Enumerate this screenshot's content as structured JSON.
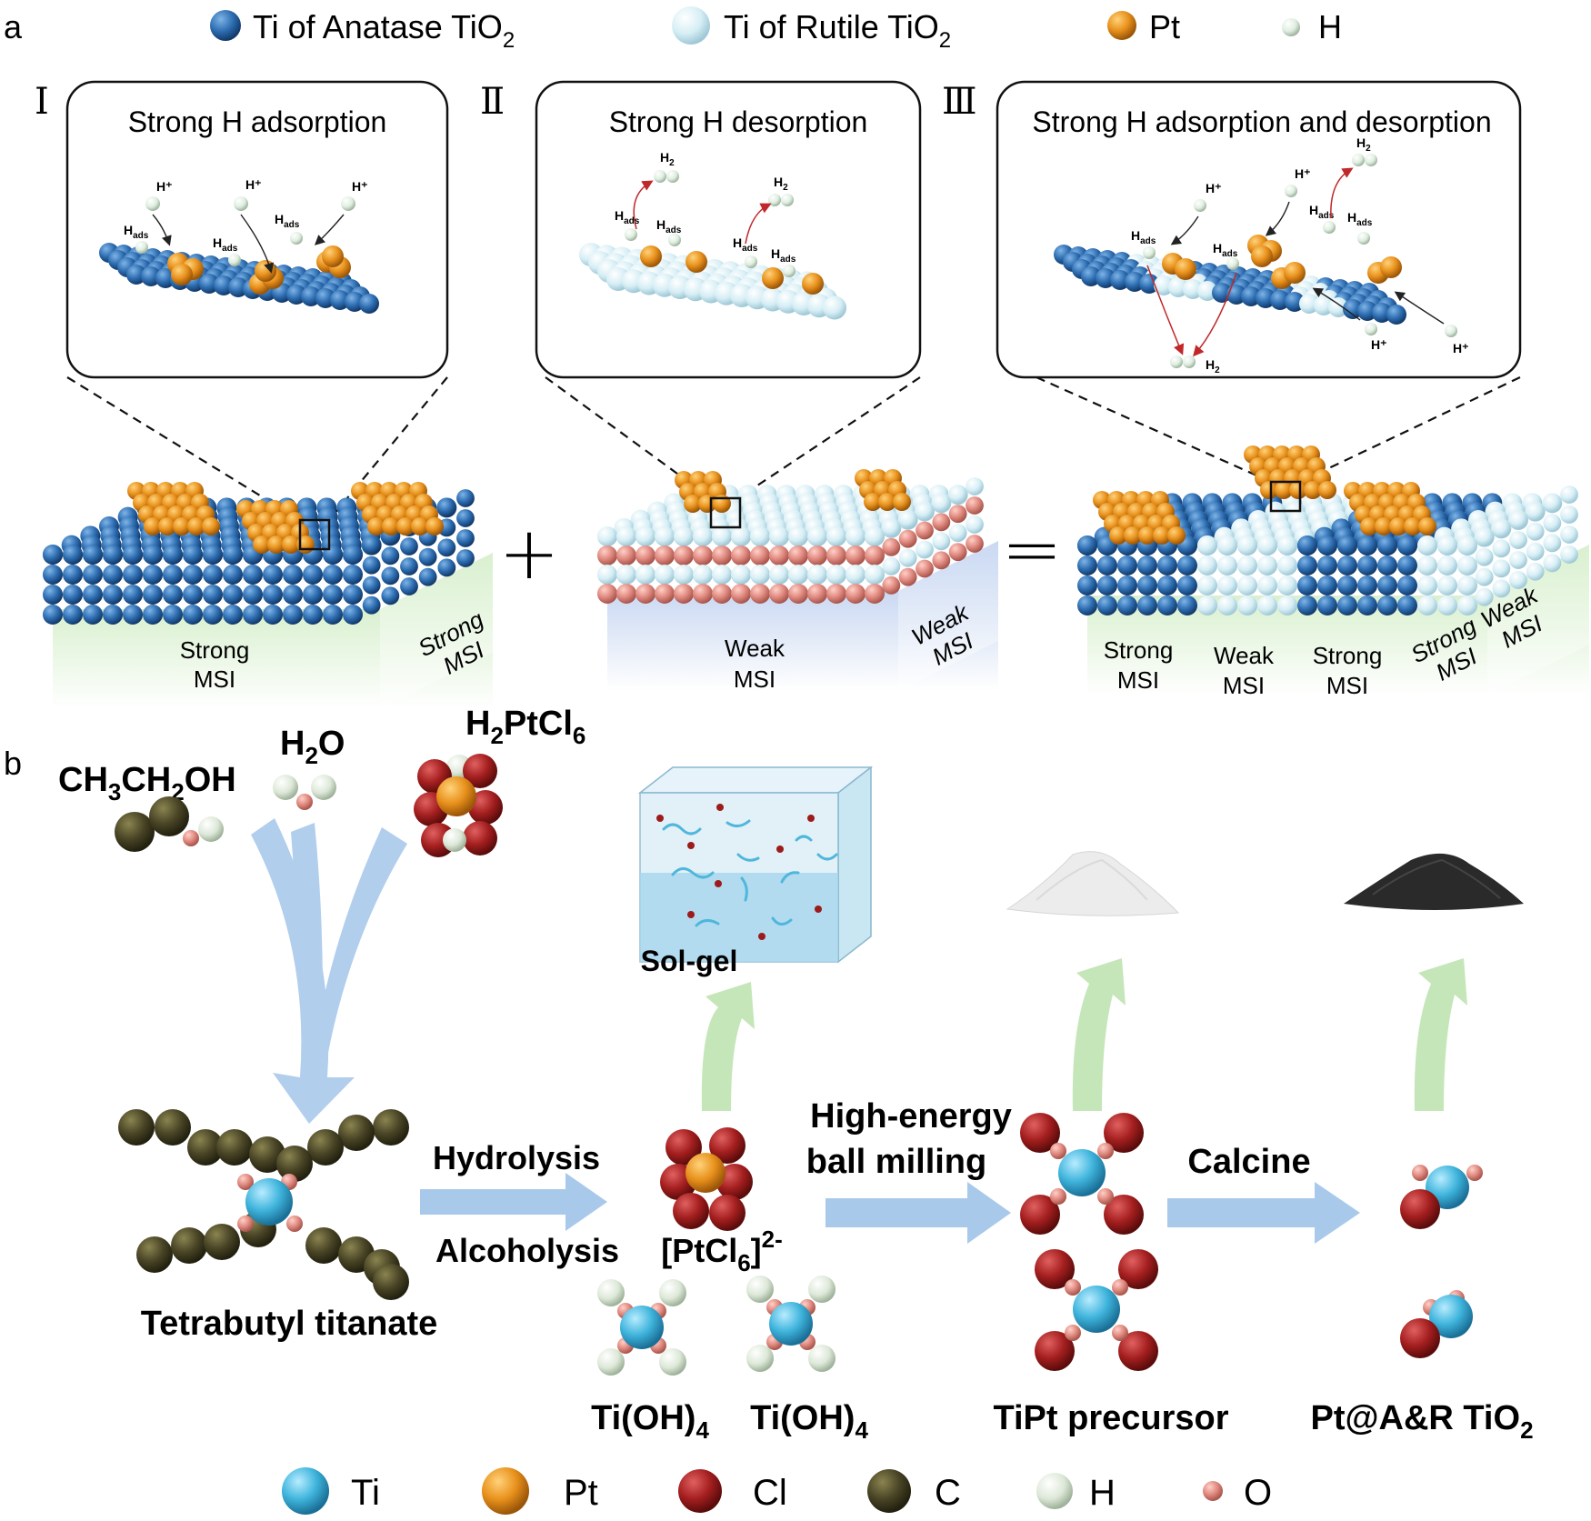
{
  "panel_labels": {
    "a": "a",
    "b": "b"
  },
  "legend_top": [
    {
      "label": "Ti of Anatase TiO",
      "sub": "2",
      "color": "#2f6fb3"
    },
    {
      "label": "Ti of Rutile TiO",
      "sub": "2",
      "color": "#d6eef5"
    },
    {
      "label": "Pt",
      "color": "#e8911c"
    },
    {
      "label": "H",
      "color": "#dfeee0"
    }
  ],
  "panels": [
    {
      "roman": "Ⅰ",
      "title": "Strong H adsorption",
      "hplus": [
        "H⁺",
        "H⁺",
        "H⁺"
      ],
      "hads": [
        "H",
        "H",
        "H"
      ],
      "hads_sub": "ads",
      "msi": [
        {
          "line1": "Strong",
          "line2": "MSI"
        },
        {
          "line1": "Strong",
          "line2": "MSI"
        }
      ]
    },
    {
      "roman": "Ⅱ",
      "title": "Strong H desorption",
      "h2": [
        "H",
        "H"
      ],
      "h2_sub": "2",
      "hads": [
        "H",
        "H",
        "H",
        "H"
      ],
      "hads_sub": "ads",
      "msi": [
        {
          "line1": "Weak",
          "line2": "MSI"
        },
        {
          "line1": "Weak",
          "line2": "MSI"
        }
      ]
    },
    {
      "roman": "Ⅲ",
      "title": "Strong H adsorption and desorption",
      "hplus": [
        "H⁺",
        "H⁺",
        "H⁺",
        "H⁺"
      ],
      "h2": [
        "H",
        "H"
      ],
      "h2_sub": "2",
      "hads": [
        "H",
        "H",
        "H",
        "H"
      ],
      "hads_sub": "ads",
      "msi": [
        {
          "line1": "Strong",
          "line2": "MSI"
        },
        {
          "line1": "Weak",
          "line2": "MSI"
        },
        {
          "line1": "Strong",
          "line2": "MSI"
        },
        {
          "line1": "Strong",
          "line2": "MSI"
        },
        {
          "line1": "Weak",
          "line2": "MSI"
        }
      ]
    }
  ],
  "operators": {
    "plus": "+",
    "equals": "="
  },
  "reagents": {
    "ethanol": {
      "p1": "CH",
      "s1": "3",
      "p2": "CH",
      "s2": "2",
      "p3": "OH"
    },
    "water": {
      "p1": "H",
      "s1": "2",
      "p2": "O"
    },
    "chloroplatinic": {
      "p1": "H",
      "s1": "2",
      "p2": "PtCl",
      "s2": "6"
    }
  },
  "labels": {
    "solgel": "Sol-gel",
    "hydrolysis": "Hydrolysis",
    "alcoholysis": "Alcoholysis",
    "ptcl6": {
      "p1": "[PtCl",
      "s1": "6",
      "p2": "]",
      "sup": "2-"
    },
    "ball1": "High-energy",
    "ball2": "ball milling",
    "calcine": "Calcine",
    "tetrabutyl": "Tetrabutyl titanate",
    "tioh4": {
      "p1": "Ti(OH)",
      "s1": "4"
    },
    "tipt": "TiPt precursor",
    "product": {
      "p1": "Pt@A&R TiO",
      "s1": "2"
    }
  },
  "legend_bottom": [
    {
      "label": "Ti",
      "color": "#3fb4dc"
    },
    {
      "label": "Pt",
      "color": "#f0a020"
    },
    {
      "label": "Cl",
      "color": "#a51f1f"
    },
    {
      "label": "C",
      "color": "#4a4526"
    },
    {
      "label": "H",
      "color": "#dde8d8"
    },
    {
      "label": "O",
      "color": "#e08a80"
    }
  ]
}
